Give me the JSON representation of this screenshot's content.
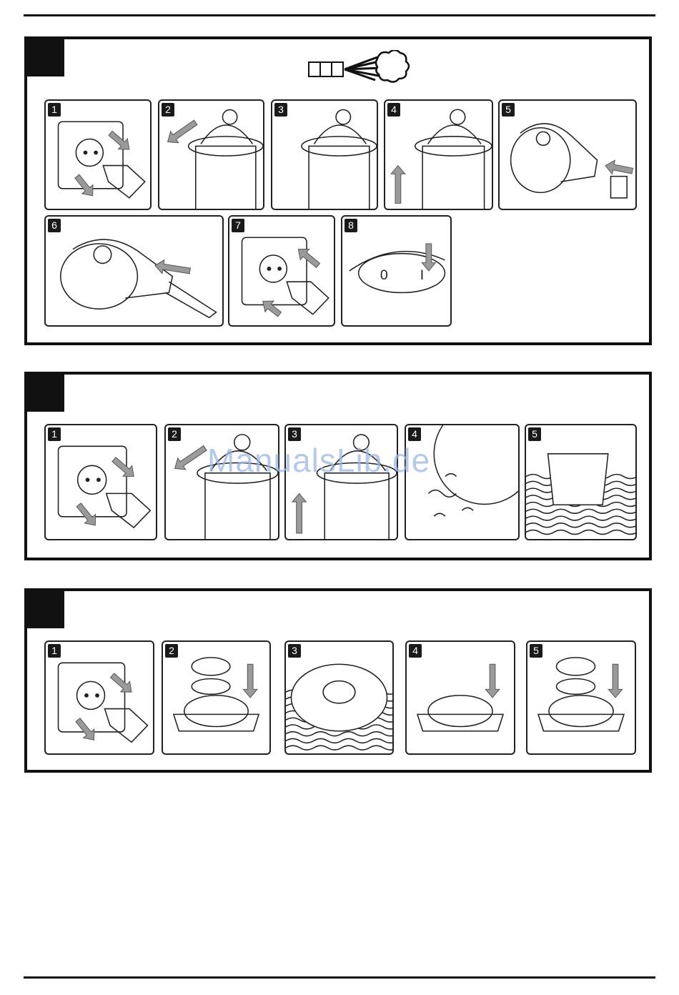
{
  "watermark": "ManualsLib.de",
  "sections": [
    {
      "steps": [
        "1",
        "2",
        "3",
        "4",
        "5",
        "6",
        "7",
        "8"
      ]
    },
    {
      "steps": [
        "1",
        "2",
        "3",
        "4",
        "5"
      ]
    },
    {
      "steps": [
        "1",
        "2",
        "3",
        "4",
        "5"
      ]
    }
  ],
  "icons": {
    "blow_mode": "blower-nozzle-air-icon",
    "unplug": "wall-socket-plug-icon",
    "plug_in": "wall-socket-plug-icon",
    "switch": "on-off-switch-icon",
    "wash": "water-basin-icon"
  },
  "colors": {
    "line": "#111111",
    "arrow": "#9a9a9a",
    "watermark": "#9db7e6"
  }
}
